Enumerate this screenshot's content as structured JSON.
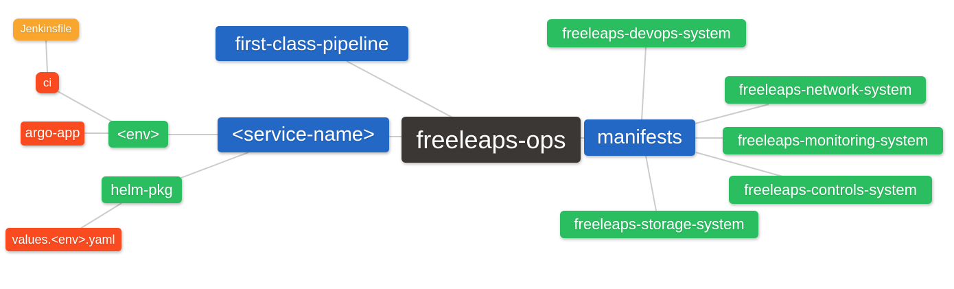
{
  "diagram": {
    "type": "mindmap",
    "root": "freeleaps-ops",
    "palette": {
      "orange": "#F8A62D",
      "red": "#F94B1F",
      "green": "#2BBE60",
      "blue": "#2368C4",
      "dark": "#3B3735",
      "edge_line": "#CCCCCC",
      "node_text": "#FFFFFF",
      "background": "#FFFFFF"
    },
    "nodes": [
      {
        "id": "jenkinsfile",
        "label": "Jenkinsfile",
        "color": "orange"
      },
      {
        "id": "ci",
        "label": "ci",
        "color": "red"
      },
      {
        "id": "argo-app",
        "label": "argo-app",
        "color": "red"
      },
      {
        "id": "env",
        "label": "<env>",
        "color": "green"
      },
      {
        "id": "first-class-pipeline",
        "label": "first-class-pipeline",
        "color": "blue"
      },
      {
        "id": "service-name",
        "label": "<service-name>",
        "color": "blue"
      },
      {
        "id": "helm-pkg",
        "label": "helm-pkg",
        "color": "green"
      },
      {
        "id": "values-env-yaml",
        "label": "values.<env>.yaml",
        "color": "red"
      },
      {
        "id": "freeleaps-ops",
        "label": "freeleaps-ops",
        "color": "dark"
      },
      {
        "id": "manifests",
        "label": "manifests",
        "color": "blue"
      },
      {
        "id": "freeleaps-devops-system",
        "label": "freeleaps-devops-system",
        "color": "green"
      },
      {
        "id": "freeleaps-network-system",
        "label": "freeleaps-network-system",
        "color": "green"
      },
      {
        "id": "freeleaps-monitoring-system",
        "label": "freeleaps-monitoring-system",
        "color": "green"
      },
      {
        "id": "freeleaps-controls-system",
        "label": "freeleaps-controls-system",
        "color": "green"
      },
      {
        "id": "freeleaps-storage-system",
        "label": "freeleaps-storage-system",
        "color": "green"
      }
    ],
    "edges": [
      {
        "from": "jenkinsfile",
        "to": "ci"
      },
      {
        "from": "ci",
        "to": "env"
      },
      {
        "from": "argo-app",
        "to": "env"
      },
      {
        "from": "env",
        "to": "service-name"
      },
      {
        "from": "service-name",
        "to": "helm-pkg"
      },
      {
        "from": "helm-pkg",
        "to": "values-env-yaml"
      },
      {
        "from": "first-class-pipeline",
        "to": "freeleaps-ops"
      },
      {
        "from": "service-name",
        "to": "freeleaps-ops"
      },
      {
        "from": "freeleaps-ops",
        "to": "manifests"
      },
      {
        "from": "manifests",
        "to": "freeleaps-devops-system"
      },
      {
        "from": "manifests",
        "to": "freeleaps-network-system"
      },
      {
        "from": "manifests",
        "to": "freeleaps-monitoring-system"
      },
      {
        "from": "manifests",
        "to": "freeleaps-controls-system"
      },
      {
        "from": "manifests",
        "to": "freeleaps-storage-system"
      }
    ]
  }
}
